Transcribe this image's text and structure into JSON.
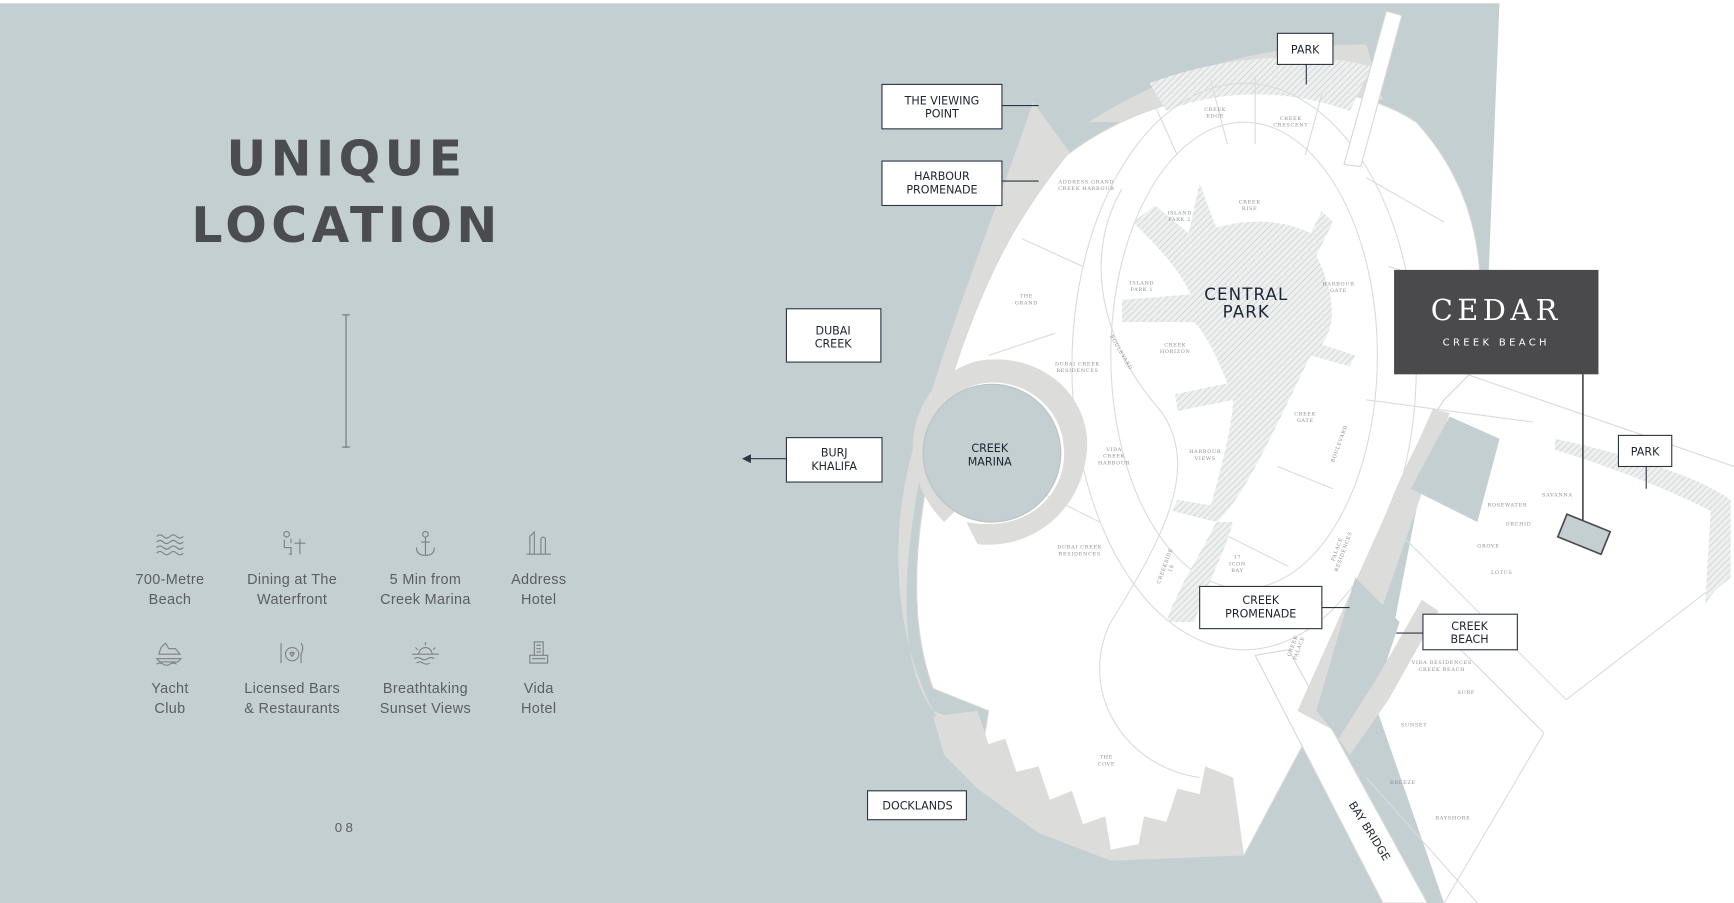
{
  "heading": {
    "line1": "UNIQUE",
    "line2": "LOCATION"
  },
  "amenities": [
    {
      "icon": "waves-icon",
      "line1": "700-Metre",
      "line2": "Beach"
    },
    {
      "icon": "dining-icon",
      "line1": "Dining at The",
      "line2": "Waterfront"
    },
    {
      "icon": "anchor-icon",
      "line1": "5 Min from",
      "line2": "Creek Marina"
    },
    {
      "icon": "towers-icon",
      "line1": "Address",
      "line2": "Hotel"
    },
    {
      "icon": "yacht-icon",
      "line1": "Yacht",
      "line2": "Club"
    },
    {
      "icon": "plate-cutlery-icon",
      "line1": "Licensed Bars",
      "line2": "& Restaurants"
    },
    {
      "icon": "sunset-icon",
      "line1": "Breathtaking",
      "line2": "Sunset Views"
    },
    {
      "icon": "hotel-building-icon",
      "line1": "Vida",
      "line2": "Hotel"
    }
  ],
  "page_number": "08",
  "colors": {
    "water": "#c4cfd1",
    "land": "#ffffff",
    "shore": "#dcdcdb",
    "brand_box": "#4a4a4c",
    "label_text": "#1e2430"
  },
  "brand": {
    "name": "CEDAR",
    "sub": "CREEK BEACH"
  },
  "map_labels": {
    "park_top": "PARK",
    "viewing_point": [
      "THE VIEWING",
      "POINT"
    ],
    "harbour_promenade": [
      "HARBOUR",
      "PROMENADE"
    ],
    "dubai_creek": [
      "DUBAI",
      "CREEK"
    ],
    "burj_khalifa": [
      "BURJ",
      "KHALIFA"
    ],
    "creek_marina": [
      "CREEK",
      "MARINA"
    ],
    "central_park": [
      "CENTRAL",
      "PARK"
    ],
    "creek_promenade": [
      "CREEK",
      "PROMENADE"
    ],
    "creek_beach": [
      "CREEK",
      "BEACH"
    ],
    "park_right": "PARK",
    "docklands": "DOCKLANDS",
    "bay_bridge": "BAY BRIDGE"
  },
  "districts": [
    [
      "CREEK",
      "EDGE"
    ],
    [
      "CREEK",
      "CRESCENT"
    ],
    [
      "ADDRESS GRAND",
      "CREEK HARBOUR"
    ],
    [
      "ISLAND",
      "PARK 2"
    ],
    [
      "CREEK",
      "RISE"
    ],
    [
      "ISLAND",
      "PARK 1"
    ],
    [
      "HARBOUR",
      "GATE"
    ],
    [
      "THE",
      "GRAND"
    ],
    [
      "CREEK",
      "HORIZON"
    ],
    [
      "DUBAI CREEK",
      "RESIDENCES"
    ],
    [
      "VIDA",
      "CREEK",
      "HARBOUR"
    ],
    [
      "HARBOUR",
      "VIEWS"
    ],
    [
      "CREEK",
      "GATE"
    ],
    [
      "DUBAI CREEK",
      "RESIDENCES"
    ],
    [
      "CREEKSIDE",
      "18"
    ],
    [
      "17",
      "ICON",
      "BAY"
    ],
    [
      "PALACE",
      "RESIDENCES"
    ],
    [
      "CREEK",
      "PALACE"
    ],
    [
      "THE",
      "COVE"
    ],
    [
      "BOULEVARD"
    ],
    [
      "BOULEVARD"
    ],
    [
      "SAVANNA"
    ],
    [
      "ROSEWATER"
    ],
    [
      "ORCHID"
    ],
    [
      "GROVE"
    ],
    [
      "LOTUS"
    ],
    [
      "VIDA RESIDENCES",
      "CREEK BEACH"
    ],
    [
      "SURF"
    ],
    [
      "SUNSET"
    ],
    [
      "BREEZE"
    ],
    [
      "BAYSHORE"
    ]
  ]
}
